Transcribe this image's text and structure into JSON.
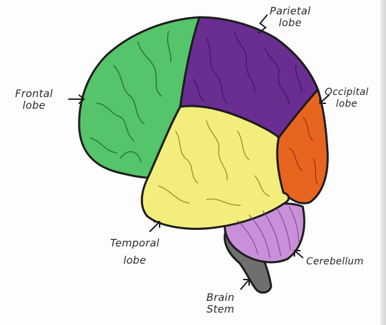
{
  "labels": {
    "parietal": {
      "line1": "Parietal",
      "line2": "lobe"
    },
    "frontal": {
      "line1": "Frontal",
      "line2": "lobe"
    },
    "occipital": {
      "line1": "Occipital",
      "line2": "lobe"
    },
    "temporal": {
      "line1": "Temporal",
      "line2": "lobe"
    },
    "cerebellum": {
      "line1": "Cerebellum"
    },
    "brainstem": {
      "line1": "Brain",
      "line2": "Stem"
    }
  },
  "colors": {
    "frontal": "#56c46a",
    "parietal": "#6a2d91",
    "occipital": "#e8651f",
    "temporal": "#f3ee7c",
    "cerebellum": "#c98fd8",
    "brainstem": "#6f6f6f",
    "outline": "#1c1c1c"
  }
}
